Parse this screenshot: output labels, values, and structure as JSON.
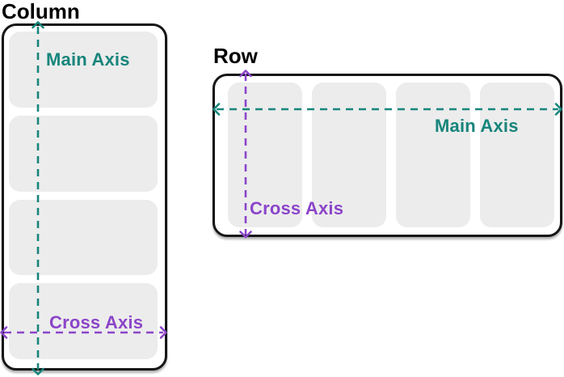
{
  "colors": {
    "teal": "#17857B",
    "purple": "#8B45C9",
    "box_bg": "#ECECEC",
    "outline": "#161616",
    "text": "#000000"
  },
  "column_panel": {
    "title": "Column",
    "main_axis_label": "Main Axis",
    "cross_axis_label": "Cross Axis",
    "box_count": 4,
    "main_axis_arrow": "vertical-double-headed-dashed-arrow",
    "cross_axis_arrow": "horizontal-double-headed-dashed-arrow"
  },
  "row_panel": {
    "title": "Row",
    "main_axis_label": "Main Axis",
    "cross_axis_label": "Cross Axis",
    "box_count": 4,
    "main_axis_arrow": "horizontal-double-headed-dashed-arrow",
    "cross_axis_arrow": "vertical-double-headed-dashed-arrow"
  }
}
